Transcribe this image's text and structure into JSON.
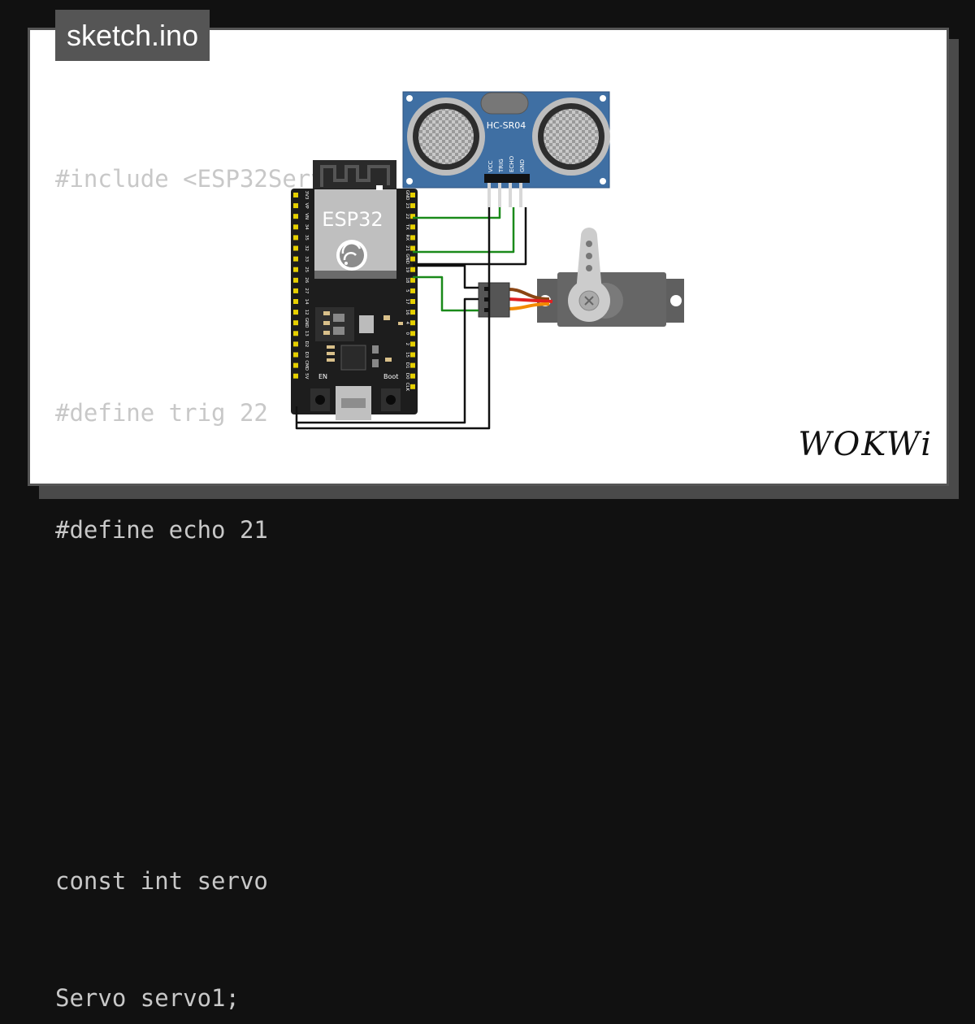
{
  "tab": {
    "filename": "sketch.ino"
  },
  "code_lines": [
    "#include <ESP32Servo.h>",
    "",
    "#define trig 22",
    "#define echo 21",
    "",
    "",
    "const int servo",
    "Servo servo1;"
  ],
  "brand": "WOKWi",
  "components": {
    "esp32": {
      "label": "ESP32",
      "en_label": "EN",
      "boot_label": "Boot",
      "left_pins": [
        "3V3",
        "VP",
        "VN",
        "34",
        "35",
        "32",
        "33",
        "25",
        "26",
        "27",
        "14",
        "12",
        "GND",
        "13",
        "D2",
        "D3",
        "CMD",
        "5V"
      ],
      "right_pins": [
        "GND",
        "23",
        "22",
        "TX",
        "RX",
        "21",
        "GND",
        "19",
        "18",
        "5",
        "17",
        "16",
        "4",
        "0",
        "2",
        "15",
        "D1",
        "D0",
        "CLK"
      ]
    },
    "hcsr04": {
      "label": "HC-SR04",
      "pins": [
        "VCC",
        "TRIG",
        "ECHO",
        "GND"
      ]
    }
  },
  "colors": {
    "board": "#1d1d1d",
    "sensor": "#3f6fa3",
    "wire_green": "#1a8a1a",
    "wire_black": "#111111",
    "servo_body": "#5f5f5f",
    "servo_wire_orange": "#f38a00",
    "servo_wire_red": "#e02020",
    "servo_wire_brown": "#8b4513"
  }
}
